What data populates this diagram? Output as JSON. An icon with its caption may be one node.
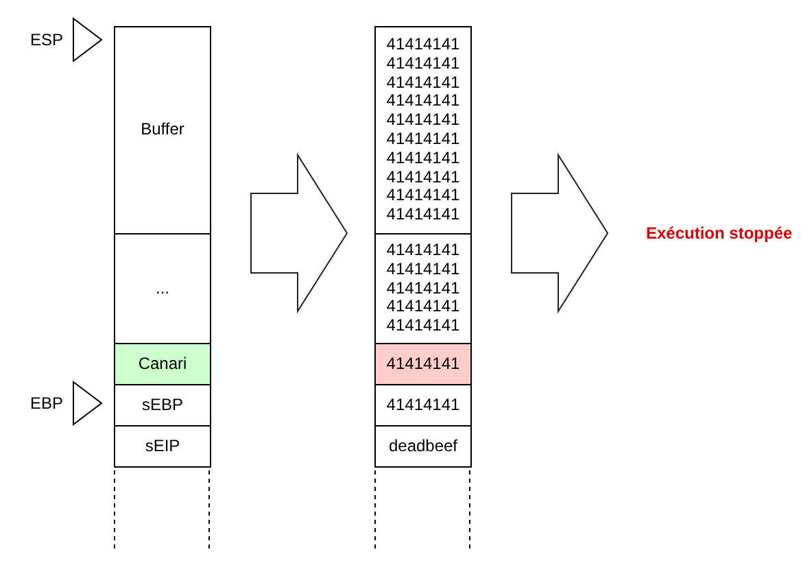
{
  "diagram": {
    "nodes": [
      {
        "text": [],
        "shape": "box"
      },
      {
        "text": [
          "Buffer"
        ],
        "in": 0
      },
      {
        "text": [
          "..."
        ],
        "in": 0
      },
      {
        "text": [
          "Canari"
        ],
        "in": 0
      },
      {
        "text": [
          "sEBP"
        ],
        "in": 0
      },
      {
        "text": [
          "sEIP"
        ],
        "in": 0
      },
      {
        "text": [],
        "shape": "box"
      },
      {
        "text": [
          "41414141 41414141 41414141 41414141 41414141 41414141 41414141 41414141 41414141 41414141"
        ],
        "in": 6
      },
      {
        "text": [
          "41414141 41414141 41414141 41414141 41414141"
        ],
        "in": 6
      },
      {
        "text": [
          "41414141"
        ],
        "in": 6
      },
      {
        "text": [
          "41414141"
        ],
        "in": 6
      },
      {
        "text": [
          "deadbeef"
        ],
        "in": 6
      },
      {
        "text": [
          "Exécution stoppée"
        ]
      }
    ],
    "edges": [
      {
        "from": 0,
        "to": 6,
        "arrow": "to"
      },
      {
        "from": 6,
        "to": 12,
        "arrow": "to"
      }
    ],
    "labels": [
      "ESP",
      "EBP"
    ]
  }
}
